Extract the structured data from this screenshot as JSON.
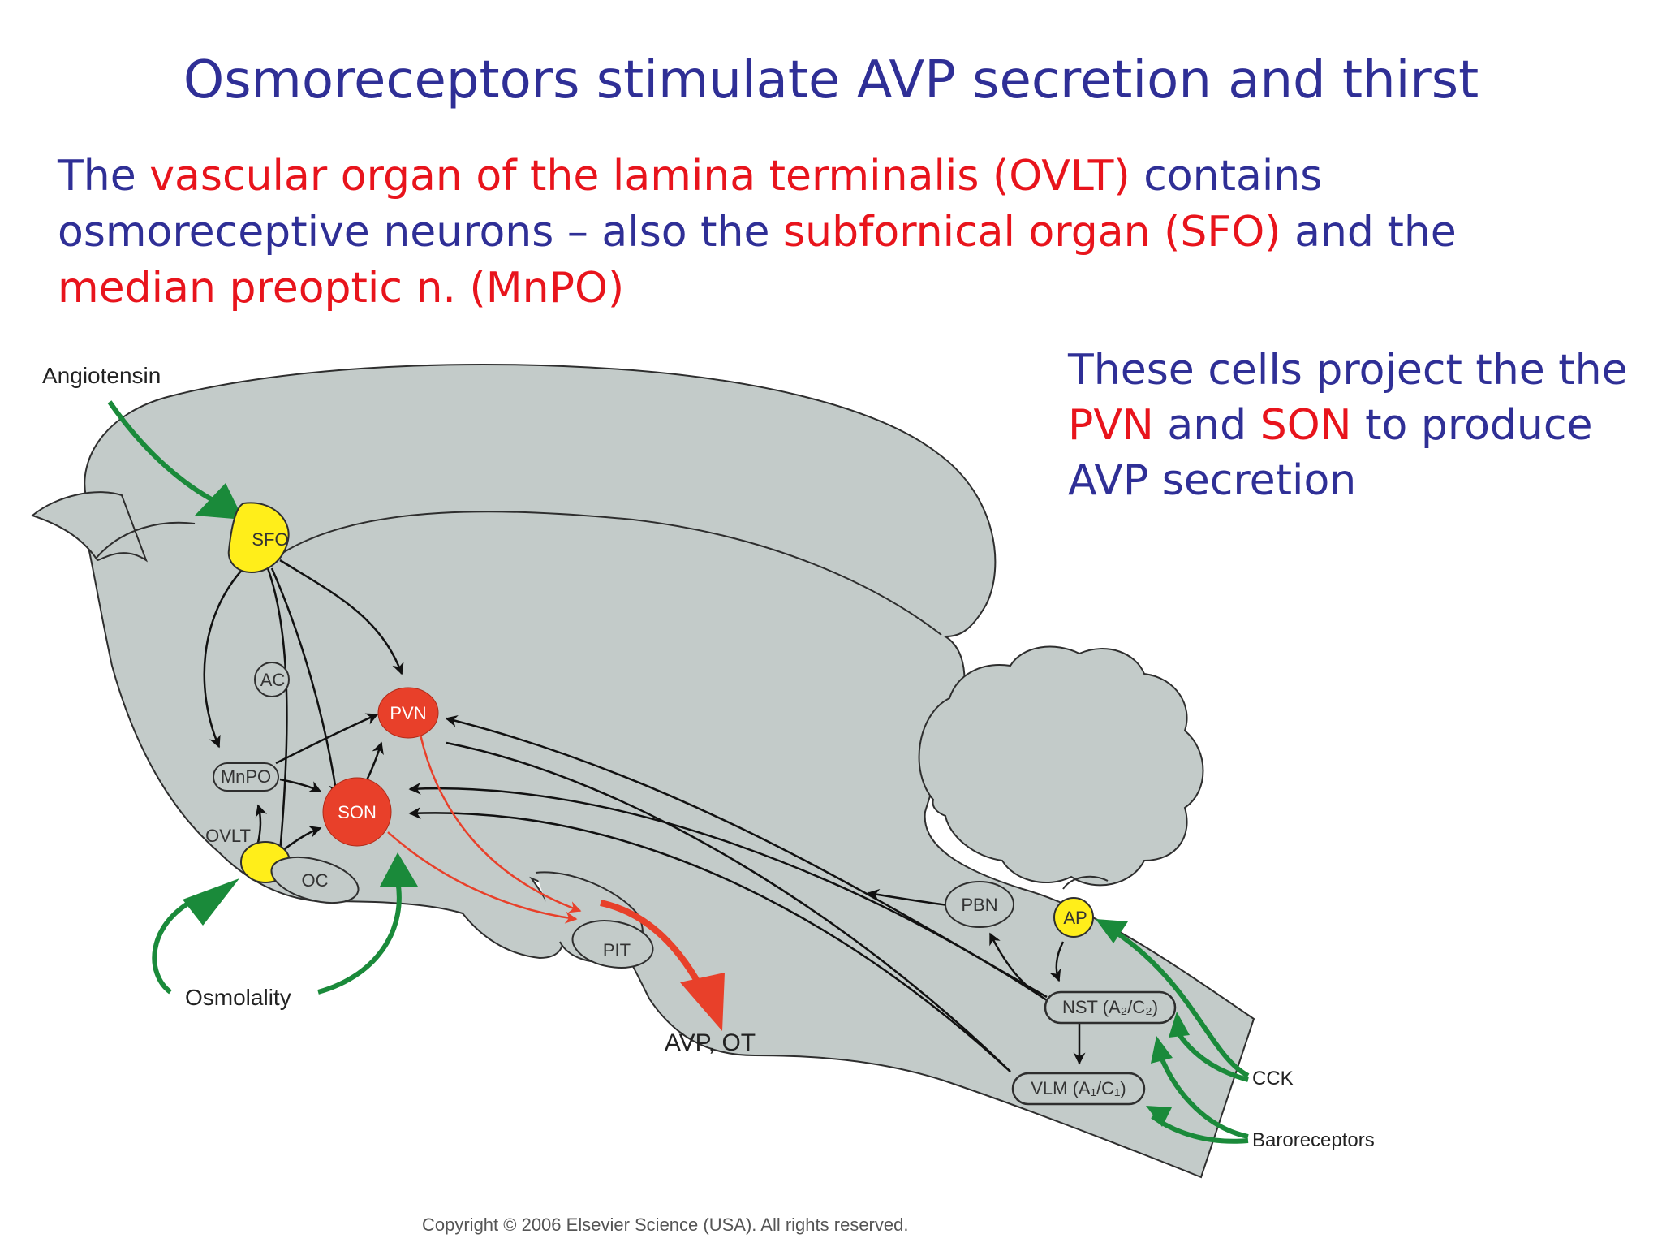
{
  "slide": {
    "title": "Osmoreceptors stimulate AVP secretion and thirst",
    "intro": {
      "s1": "The ",
      "s2": "vascular organ of the lamina terminalis (OVLT)",
      "s3": " contains osmoreceptive neurons – also the ",
      "s4": "subfornical organ (SFO)",
      "s5": " and the ",
      "s6": "median preoptic n. (MnPO)"
    },
    "side_note": {
      "s1": "These cells project the the ",
      "s2": "PVN",
      "s3": " and ",
      "s4": "SON",
      "s5": " to produce AVP secretion"
    },
    "footer": "Copyright © 2006 Elsevier Science (USA). All rights reserved."
  },
  "diagram": {
    "nodes": {
      "sfo": "SFO",
      "ac": "AC",
      "pvn": "PVN",
      "mnpo": "MnPO",
      "son": "SON",
      "ovlt": "OVLT",
      "oc": "OC",
      "pit": "PIT",
      "pbn": "PBN",
      "ap": "AP",
      "nst": "NST (A₂/C₂)",
      "vlm": "VLM (A₁/C₁)"
    },
    "inputs": {
      "angiotensin": "Angiotensin",
      "osmolality": "Osmolality",
      "cck": "CCK",
      "baroreceptors": "Baroreceptors"
    },
    "outputs": {
      "avp_ot": "AVP, OT"
    },
    "colors": {
      "brain": "#c3cbc9",
      "highlight_node": "#ffee1a",
      "active_node": "#e8402a",
      "red_pathway": "#e8402a",
      "green_input": "#1a8a3a",
      "title_blue": "#2f2f96",
      "text_red": "#e8141c"
    }
  }
}
